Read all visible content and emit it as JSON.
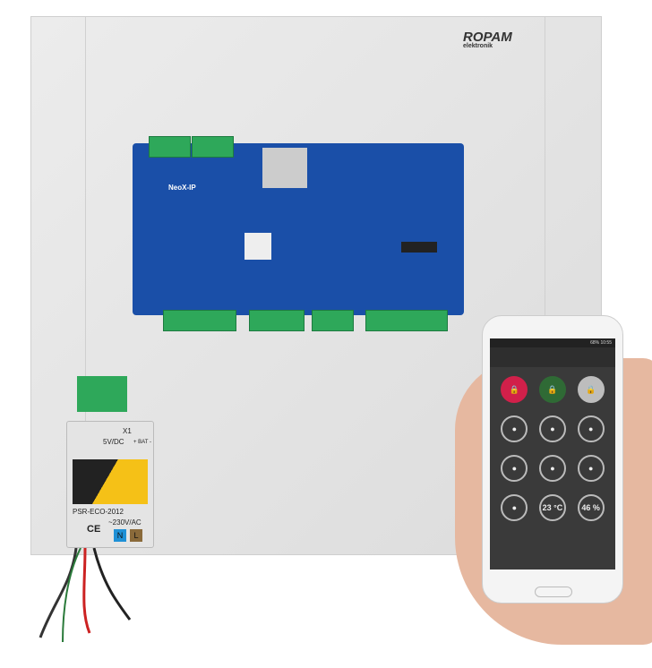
{
  "brand": {
    "name": "ROPAM",
    "sub": "elektronik"
  },
  "pcb": {
    "model": "NeoX-IP"
  },
  "module": {
    "model": "PSR-ECO-2012",
    "voltage_in": "~230V/AC",
    "x1": "X1",
    "bat": "+ BAT -",
    "neutral": "N",
    "live": "L",
    "ce": "CE",
    "dc": "5V/DC"
  },
  "phone": {
    "status": "68% 10:55",
    "tiles": [
      {
        "icon": "padlock-armed-icon",
        "color": "#d1204a",
        "text": ""
      },
      {
        "icon": "padlock-green-icon",
        "color": "#2f6a35",
        "text": ""
      },
      {
        "icon": "padlock-grey-icon",
        "color": "#bdbdbd",
        "text": ""
      },
      {
        "icon": "light-bulb-icon",
        "text": ""
      },
      {
        "icon": "gate-icon",
        "text": ""
      },
      {
        "icon": "fan-icon",
        "text": ""
      },
      {
        "icon": "shutter-down-icon",
        "text": ""
      },
      {
        "icon": "garage-up-icon",
        "text": ""
      },
      {
        "icon": "gate-slide-icon",
        "text": ""
      },
      {
        "icon": "thermostat-icon",
        "text": ""
      },
      {
        "icon": "temperature-icon",
        "text": "23 °C"
      },
      {
        "icon": "humidity-icon",
        "text": "46 %"
      }
    ]
  }
}
